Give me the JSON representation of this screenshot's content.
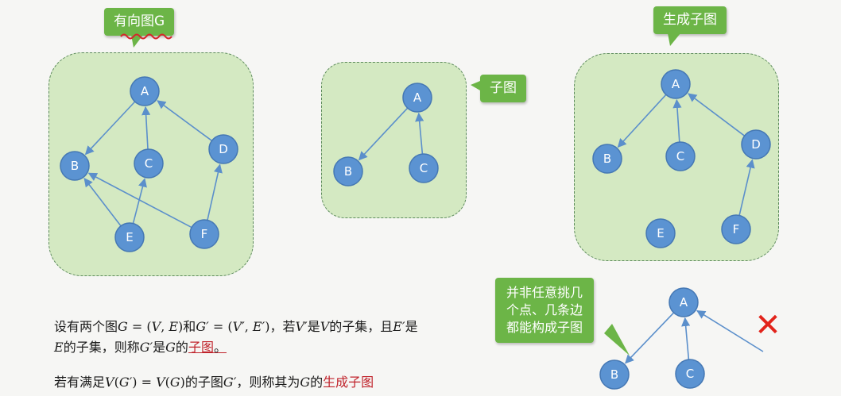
{
  "callouts": {
    "directed_graph": "有向图G",
    "subgraph": "子图",
    "spanning_subgraph": "生成子图",
    "warning": [
      "并非任意挑几",
      "个点、几条边",
      "都能构成子图"
    ]
  },
  "graphs": {
    "g": {
      "nodes": [
        {
          "id": "A",
          "label": "A"
        },
        {
          "id": "B",
          "label": "B"
        },
        {
          "id": "C",
          "label": "C"
        },
        {
          "id": "D",
          "label": "D"
        },
        {
          "id": "E",
          "label": "E"
        },
        {
          "id": "F",
          "label": "F"
        }
      ],
      "edges": [
        {
          "from": "A",
          "to": "B"
        },
        {
          "from": "C",
          "to": "A"
        },
        {
          "from": "D",
          "to": "A"
        },
        {
          "from": "E",
          "to": "B"
        },
        {
          "from": "E",
          "to": "C"
        },
        {
          "from": "F",
          "to": "B"
        },
        {
          "from": "F",
          "to": "D"
        }
      ]
    },
    "sub": {
      "nodes": [
        {
          "id": "A",
          "label": "A"
        },
        {
          "id": "B",
          "label": "B"
        },
        {
          "id": "C",
          "label": "C"
        }
      ],
      "edges": [
        {
          "from": "A",
          "to": "B"
        },
        {
          "from": "C",
          "to": "A"
        }
      ]
    },
    "spanning": {
      "nodes": [
        {
          "id": "A",
          "label": "A"
        },
        {
          "id": "B",
          "label": "B"
        },
        {
          "id": "C",
          "label": "C"
        },
        {
          "id": "D",
          "label": "D"
        },
        {
          "id": "E",
          "label": "E"
        },
        {
          "id": "F",
          "label": "F"
        }
      ],
      "edges": [
        {
          "from": "A",
          "to": "B"
        },
        {
          "from": "C",
          "to": "A"
        },
        {
          "from": "D",
          "to": "A"
        },
        {
          "from": "F",
          "to": "D"
        }
      ]
    },
    "invalid": {
      "nodes": [
        {
          "id": "A",
          "label": "A"
        },
        {
          "id": "B",
          "label": "B"
        },
        {
          "id": "C",
          "label": "C"
        }
      ],
      "edges": [
        {
          "from": "A",
          "to": "B"
        },
        {
          "from": "C",
          "to": "A"
        },
        {
          "from": "X",
          "to": "A"
        }
      ]
    }
  },
  "invalid_mark": "✕",
  "text": {
    "line1": {
      "a": "设有两个图",
      "G": "G",
      "eq1": " = (",
      "V": "V",
      "comma": ", ",
      "E": "E",
      "close": ")",
      "and": "和",
      "Gp": "G′",
      "eq2": " = (",
      "Vp": "V′",
      "comma2": ", ",
      "Ep": "E′",
      "close2": ")",
      "ruo": "，若",
      "Vp2": "V′",
      "shi": "是",
      "V2": "V",
      "subset": "的子集，且",
      "Ep2": "E′",
      "shi2": "是"
    },
    "line2": {
      "E": "E",
      "subset": "的子集，则称",
      "Gp": "G′",
      "shi": "是",
      "G": "G",
      "de": "的",
      "term": "子图",
      "end": "。"
    },
    "line3": {
      "a": "若有满足",
      "V1": "V",
      "p1": "(",
      "Gp": "G′",
      "p2": ") = ",
      "V2": "V",
      "p3": "(",
      "G": "G",
      "p4": ")的子图",
      "Gp2": "G′",
      "b": "，则称其为",
      "G2": "G",
      "de": "的",
      "term": "生成子图"
    }
  }
}
